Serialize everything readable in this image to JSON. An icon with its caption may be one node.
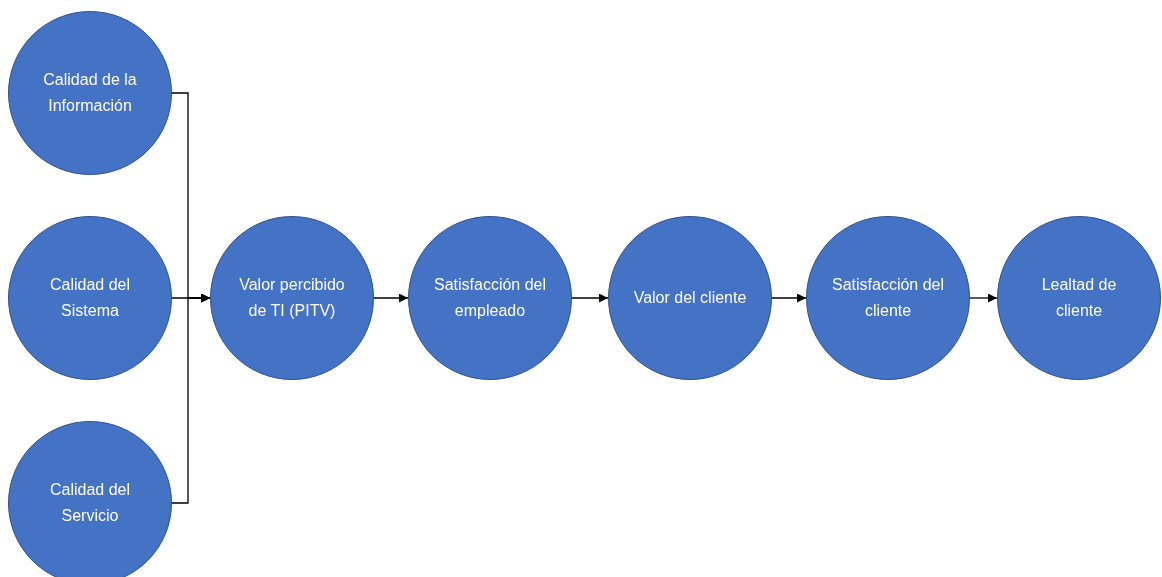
{
  "diagram": {
    "nodes": [
      {
        "text": [
          "Calidad de la Información"
        ]
      },
      {
        "text": [
          "Calidad del Sistema"
        ]
      },
      {
        "text": [
          "Calidad del Servicio"
        ]
      },
      {
        "text": [
          "Valor percibido de TI (PITV)"
        ]
      },
      {
        "text": [
          "Satisfacción del empleado"
        ]
      },
      {
        "text": [
          "Valor del cliente"
        ]
      },
      {
        "text": [
          "Satisfacción del cliente"
        ]
      },
      {
        "text": [
          "Lealtad de cliente"
        ]
      }
    ],
    "edges": [
      {
        "from": 0,
        "to": 3,
        "arrow": "to"
      },
      {
        "from": 1,
        "to": 3,
        "arrow": "to"
      },
      {
        "from": 2,
        "to": 3,
        "arrow": "to"
      },
      {
        "from": 3,
        "to": 4,
        "arrow": "to"
      },
      {
        "from": 4,
        "to": 5,
        "arrow": "to"
      },
      {
        "from": 5,
        "to": 6,
        "arrow": "to"
      },
      {
        "from": 6,
        "to": 7,
        "arrow": "to"
      }
    ]
  }
}
